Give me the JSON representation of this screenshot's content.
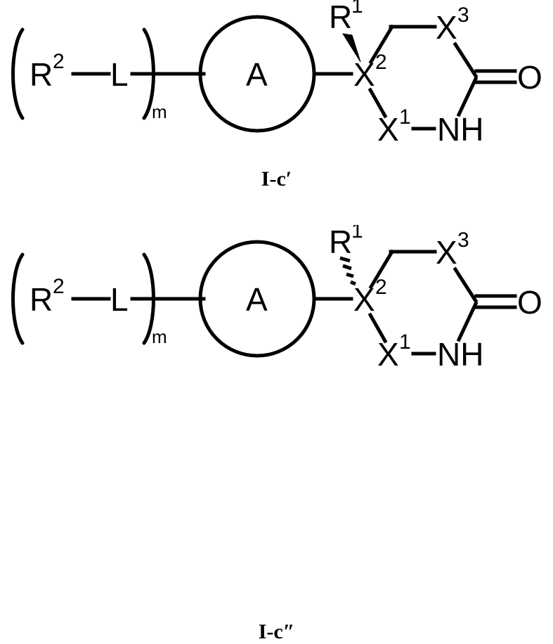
{
  "document": {
    "background_color": "#ffffff",
    "ink_color": "#000000",
    "type": "chemical-structure-diagram",
    "structure_count": 2
  },
  "structures": [
    {
      "id": "I-c-prime",
      "label": "I-c′",
      "stereo_bond": {
        "type": "solid-wedge",
        "from": "X2",
        "to": "R1",
        "description": "bold solid wedge, wide at R1"
      },
      "left_group": {
        "open_paren": "(",
        "close_paren": ")",
        "subscript": "m",
        "substituent": "R",
        "substituent_superscript": "2",
        "linker": "L"
      },
      "core_ring_label": "A",
      "ring_atoms": {
        "x2": "X",
        "x2_sup": "2",
        "x1": "X",
        "x1_sup": "1",
        "x3": "X",
        "x3_sup": "3",
        "nh": "NH",
        "oxygen": "O",
        "r1": "R",
        "r1_sup": "1"
      }
    },
    {
      "id": "I-c-double-prime",
      "label": "I-c″",
      "stereo_bond": {
        "type": "hashed-wedge",
        "from": "X2",
        "to": "R1",
        "hash_count": 4,
        "description": "hashed (dashed) wedge, wide at R1"
      },
      "left_group": {
        "open_paren": "(",
        "close_paren": ")",
        "subscript": "m",
        "substituent": "R",
        "substituent_superscript": "2",
        "linker": "L"
      },
      "core_ring_label": "A",
      "ring_atoms": {
        "x2": "X",
        "x2_sup": "2",
        "x1": "X",
        "x1_sup": "1",
        "x3": "X",
        "x3_sup": "3",
        "nh": "NH",
        "oxygen": "O",
        "r1": "R",
        "r1_sup": "1"
      }
    }
  ]
}
